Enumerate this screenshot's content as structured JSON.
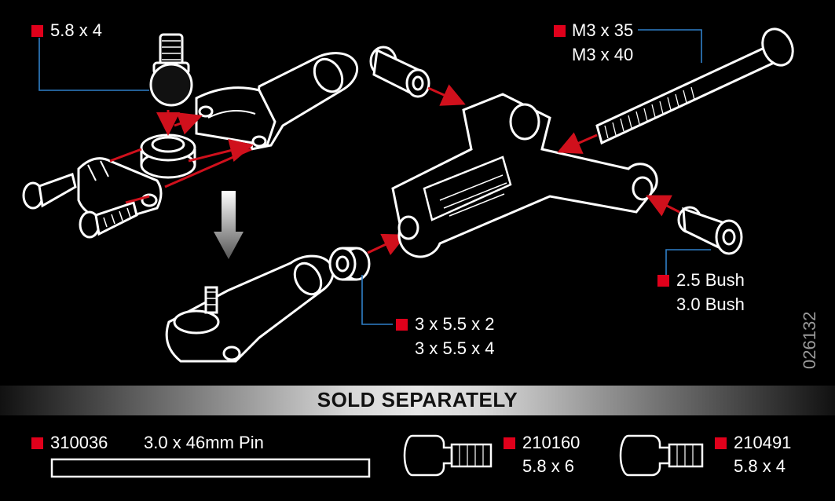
{
  "labels": {
    "ball_stud": "5.8 x 4",
    "screw_line1": "M3 x 35",
    "screw_line2": "M3 x 40",
    "bush_line1": "2.5 Bush",
    "bush_line2": "3.0 Bush",
    "spacer_line1": "3 x 5.5 x 2",
    "spacer_line2": "3 x 5.5 x 4"
  },
  "part_code": "026132",
  "sold_separately": {
    "title": "SOLD SEPARATELY",
    "pin": {
      "part_number": "310036",
      "description": "3.0 x 46mm Pin"
    },
    "stud_a": {
      "part_number": "210160",
      "size": "5.8 x 6"
    },
    "stud_b": {
      "part_number": "210491",
      "size": "5.8 x 4"
    }
  },
  "colors": {
    "marker": "#e0001b",
    "leader": "#2f7fc8",
    "arrow": "#d0101c",
    "background": "#000000"
  }
}
